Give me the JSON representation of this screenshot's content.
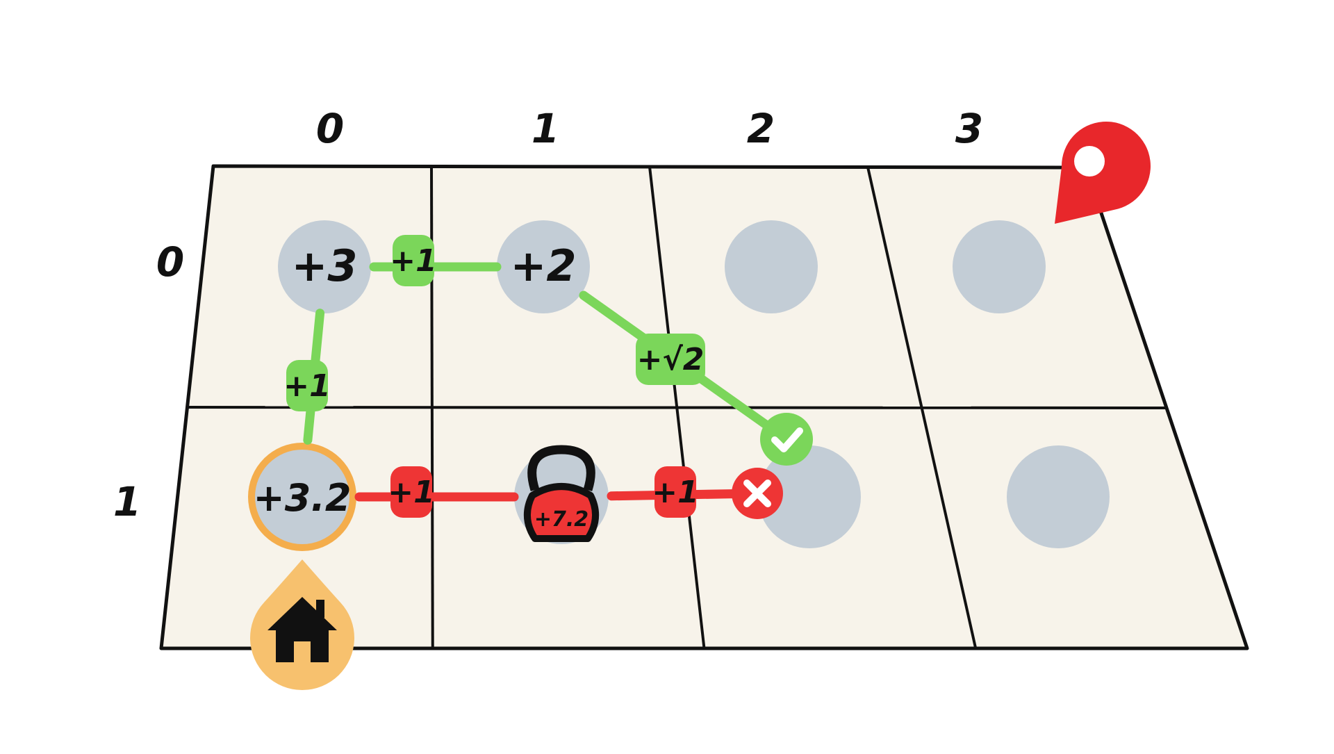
{
  "colors": {
    "board": "#f7f3ea",
    "grid_line": "#111111",
    "node": "#c3cdd6",
    "green": "#7bd65a",
    "red": "#ee3535",
    "home": "#f7c16e",
    "home_ring": "#f4ad4c",
    "pin": "#e8272b",
    "icon_dark": "#111111"
  },
  "columns": [
    "0",
    "1",
    "2",
    "3"
  ],
  "rows": [
    "0",
    "1"
  ],
  "nodes": [
    {
      "id": "r0c0",
      "row": 0,
      "col": 0,
      "label": "+3"
    },
    {
      "id": "r0c1",
      "row": 0,
      "col": 1,
      "label": "+2"
    },
    {
      "id": "r0c2",
      "row": 0,
      "col": 2,
      "label": ""
    },
    {
      "id": "r0c3",
      "row": 0,
      "col": 3,
      "label": ""
    },
    {
      "id": "r1c0",
      "row": 1,
      "col": 0,
      "label": "+3.2",
      "start": true
    },
    {
      "id": "r1c1",
      "row": 1,
      "col": 1,
      "label": "",
      "weight": "+7.2"
    },
    {
      "id": "r1c2",
      "row": 1,
      "col": 2,
      "label": ""
    },
    {
      "id": "r1c3",
      "row": 1,
      "col": 3,
      "label": ""
    }
  ],
  "edges": [
    {
      "from": "r1c0",
      "to": "r0c0",
      "color": "green",
      "cost": "+1"
    },
    {
      "from": "r0c0",
      "to": "r0c1",
      "color": "green",
      "cost": "+1"
    },
    {
      "from": "r0c1",
      "to": "r1c2",
      "color": "green",
      "cost": "+√2",
      "result": "check"
    },
    {
      "from": "r1c0",
      "to": "r1c1",
      "color": "red",
      "cost": "+1"
    },
    {
      "from": "r1c1",
      "to": "r1c2",
      "color": "red",
      "cost": "+1",
      "result": "cross"
    }
  ],
  "icons": {
    "start": "home-icon",
    "goal": "map-pin-icon",
    "weight": "kettlebell-icon",
    "valid": "check-icon",
    "invalid": "close-icon"
  }
}
